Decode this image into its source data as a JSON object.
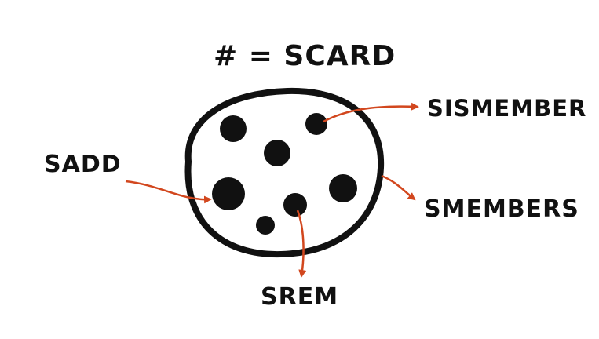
{
  "title": "# = SCARD",
  "commands": {
    "sismember": "SISMEMBER",
    "sadd": "SADD",
    "smembers": "SMEMBERS",
    "srem": "SREM"
  },
  "colors": {
    "ink": "#111111",
    "arrow": "#d2471e",
    "background": "#ffffff"
  }
}
